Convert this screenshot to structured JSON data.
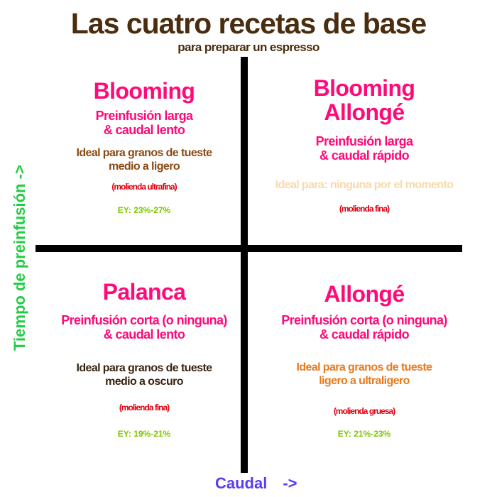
{
  "title": "Las cuatro recetas de base",
  "subtitle": "para preparar un espresso",
  "axes": {
    "y_label": "Tiempo de preinfusión ->",
    "x_label": "Caudal",
    "x_arrow": "->"
  },
  "quadrants": {
    "top_left": {
      "name": "Blooming",
      "desc1": "Preinfusión larga",
      "desc2": "& caudal lento",
      "ideal1": "Ideal para granos de tueste",
      "ideal2": "medio a ligero",
      "grind": "(molienda ultrafina)",
      "ey": "EY: 23%-27%"
    },
    "top_right": {
      "name1": "Blooming",
      "name2": "Allongé",
      "desc1": "Preinfusión larga",
      "desc2": "& caudal rápido",
      "ideal": "Ideal para: ninguna por el momento",
      "grind": "(molienda fina)"
    },
    "bottom_left": {
      "name": "Palanca",
      "desc1": "Preinfusión corta (o ninguna)",
      "desc2": "& caudal lento",
      "ideal1": "Ideal para granos de tueste",
      "ideal2": "medio a oscuro",
      "grind": "(molienda fina)",
      "ey": "EY: 19%-21%"
    },
    "bottom_right": {
      "name": "Allongé",
      "desc1": "Preinfusión corta (o ninguna)",
      "desc2": "& caudal rápido",
      "ideal1": "Ideal para granos de tueste",
      "ideal2": "ligero a ultraligero",
      "grind": "(molienda gruesa)",
      "ey": "EY: 21%-23%"
    }
  },
  "colors": {
    "title": "#4a2c0e",
    "pink": "#ff0a78",
    "green": "#7cc800",
    "red": "#e00010",
    "axis_y": "#22cc44",
    "axis_x": "#5b3cf5"
  }
}
